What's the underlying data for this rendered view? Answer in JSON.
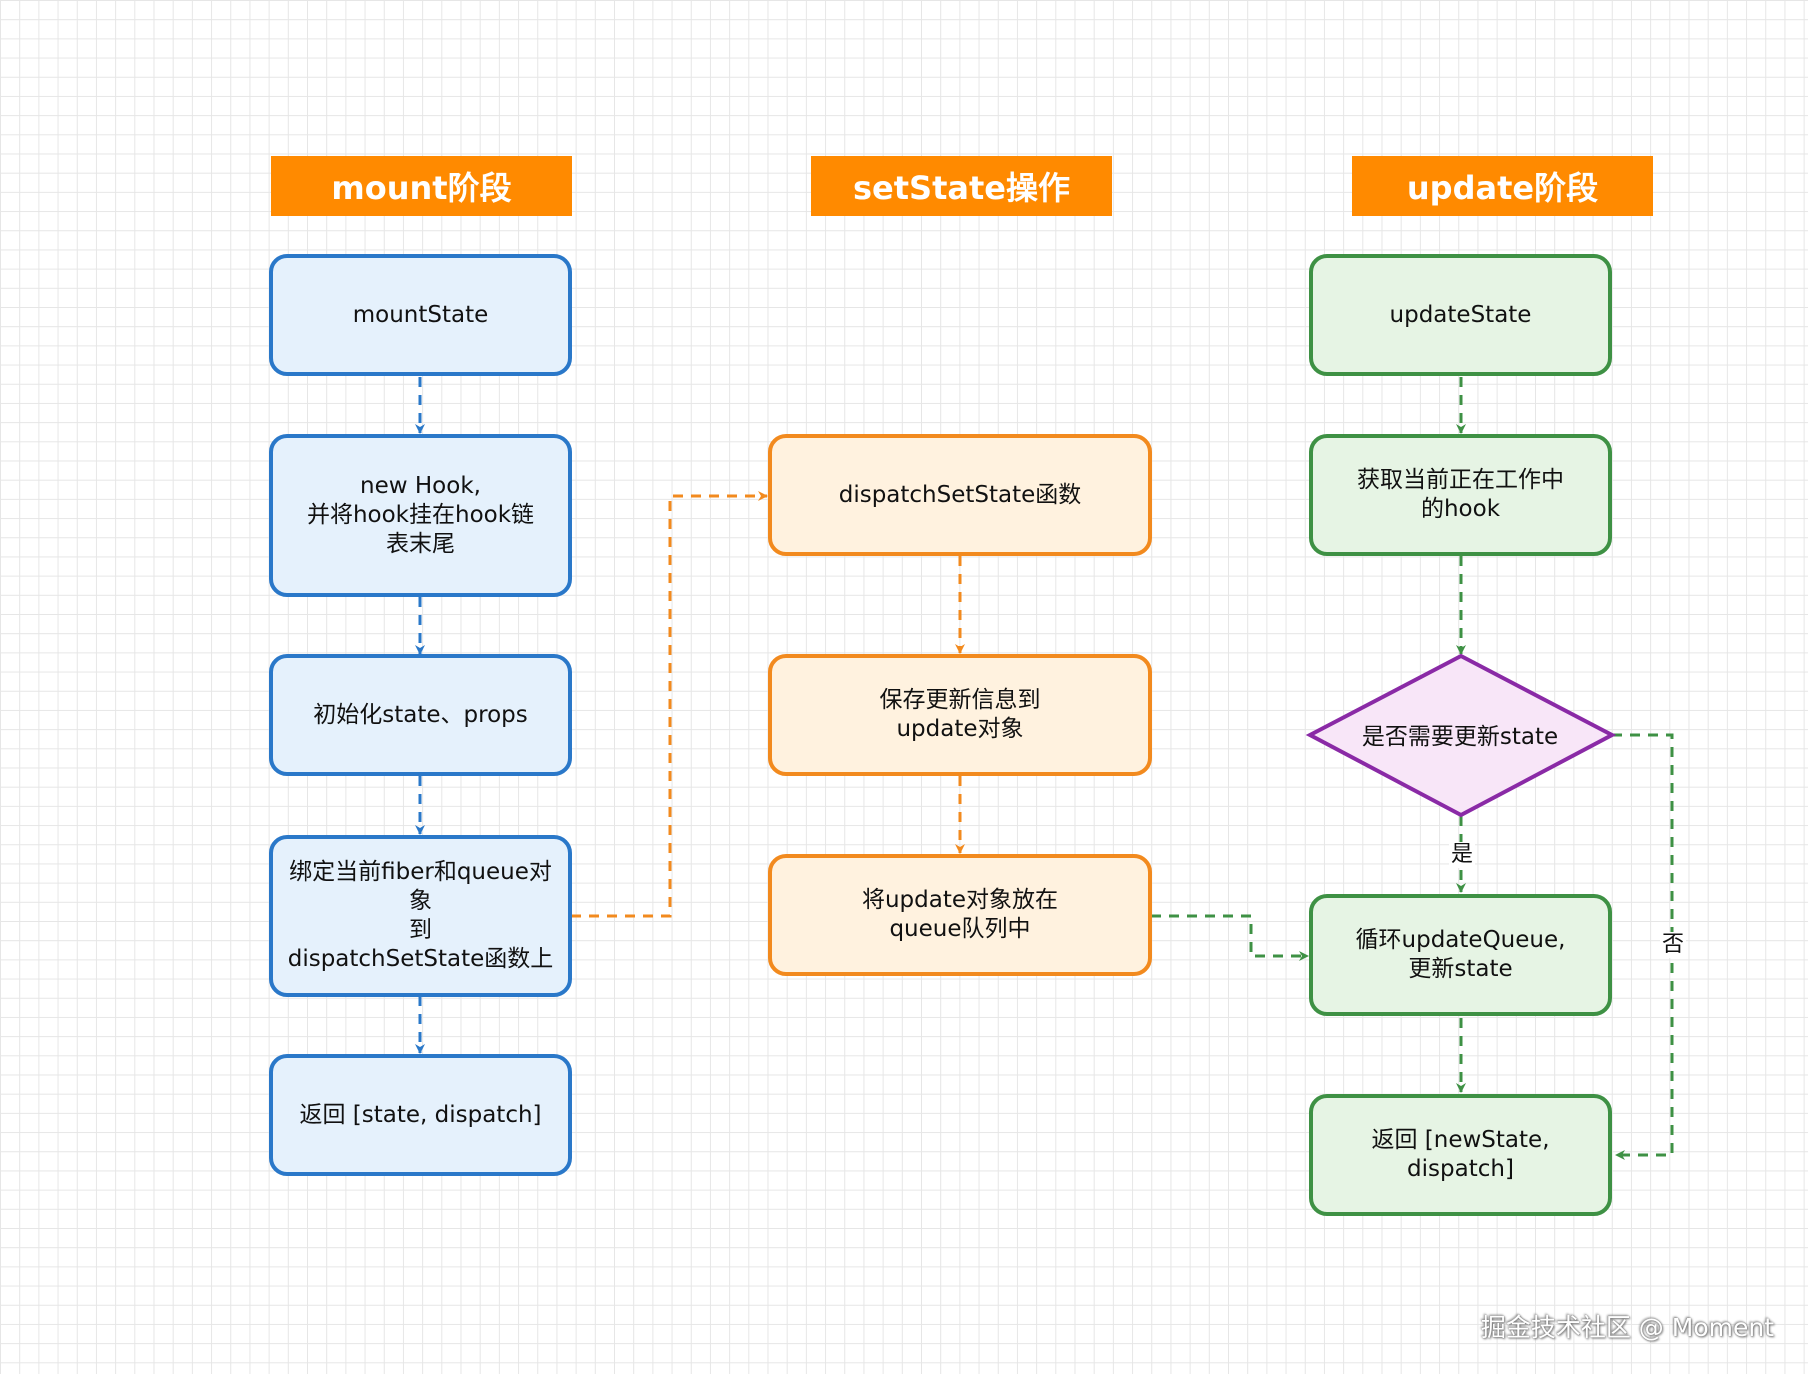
{
  "colors": {
    "header": "#ff8a00",
    "mount_fill": "#e5f1fc",
    "mount_stroke": "#2a78c9",
    "setstate_fill": "#fff2df",
    "setstate_stroke": "#f28a1e",
    "update_fill": "#e6f4e4",
    "update_stroke": "#3e9144",
    "decision_fill": "#f8e6f8",
    "decision_stroke": "#8a2aa6"
  },
  "headers": {
    "mount": "mount阶段",
    "setstate": "setState操作",
    "update": "update阶段"
  },
  "mount": {
    "mount_state": "mountState",
    "new_hook": "new Hook,\n并将hook挂在hook链\n表末尾",
    "init_state": "初始化state、props",
    "bind_dispatch": "绑定当前fiber和queue对象\n到\ndispatchSetState函数上",
    "return_state": "返回 [state, dispatch]"
  },
  "setstate": {
    "dispatch_fn": "dispatchSetState函数",
    "save_update": "保存更新信息到\nupdate对象",
    "enqueue_update": "将update对象放在\nqueue队列中"
  },
  "update": {
    "update_state": "updateState",
    "get_hook": "获取当前正在工作中\n的hook",
    "decision": "是否需要更新state",
    "loop_queue": "循环updateQueue,\n更新state",
    "return_new": "返回 [newState, dispatch]"
  },
  "edge_labels": {
    "yes": "是",
    "no": "否"
  },
  "watermark": "掘金技术社区 @ Moment"
}
